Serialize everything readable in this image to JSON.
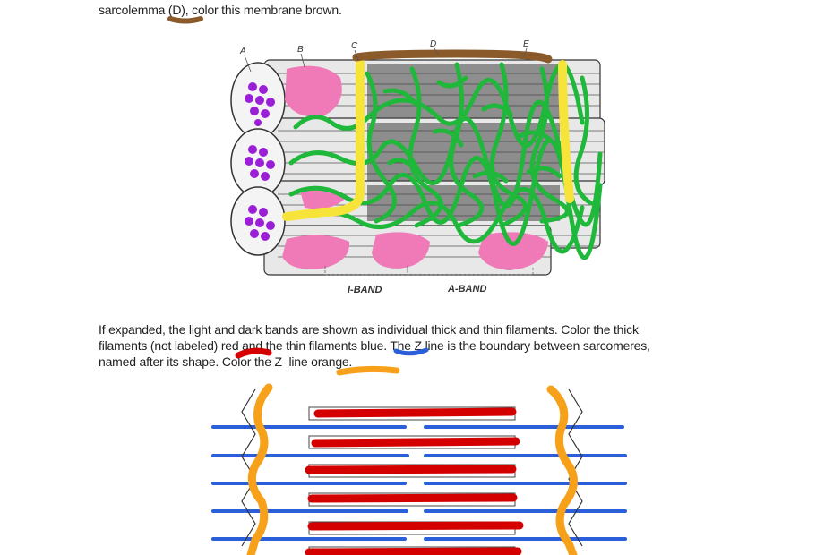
{
  "text": {
    "line0": "sarcolemma (D), color this membrane brown.",
    "line1": "If expanded, the light and dark bands are shown as individual thick and thin filaments.   Color the thick",
    "line2": "filaments (not labeled)  red and the thin filaments blue.  The Z line is the boundary between sarcomeres,",
    "line3": "named after its shape.  Color the Z–line orange."
  },
  "figure1": {
    "labels": [
      "A",
      "B",
      "C",
      "D",
      "E"
    ],
    "band_labels": [
      "I-BAND",
      "A-BAND"
    ]
  },
  "colors": {
    "brown": "#8b5a2b",
    "red": "#d40000",
    "blue": "#2b5fd9",
    "orange": "#f7a11a",
    "green": "#1fb83a",
    "yellow": "#f7e43b",
    "pink": "#f07ab8",
    "purple": "#9b1fd6"
  }
}
